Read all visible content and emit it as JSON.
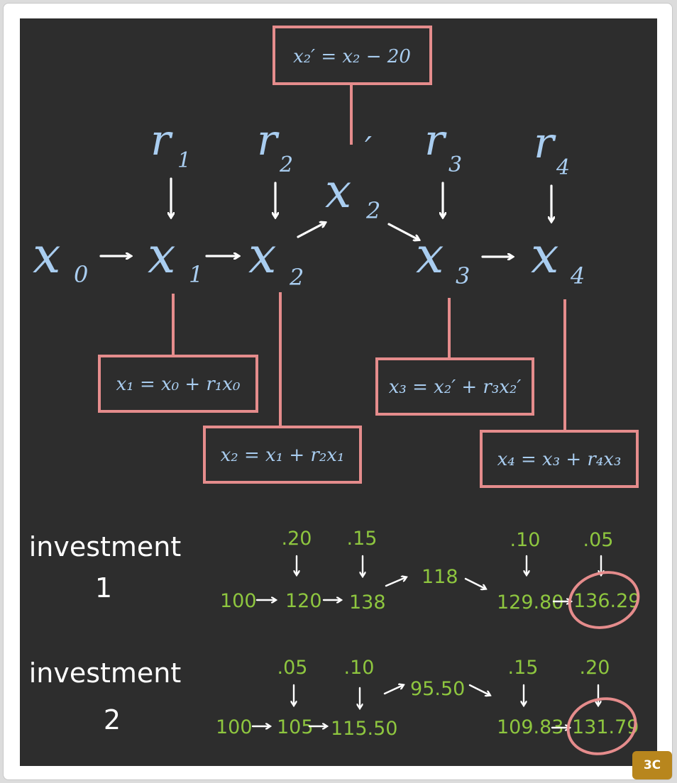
{
  "diagram": {
    "top_formula": "x₂′ = x₂ − 20",
    "rates": [
      "r",
      "r",
      "r",
      "r"
    ],
    "rate_subs": [
      "1",
      "2",
      "3",
      "4"
    ],
    "nodes": [
      "x",
      "x",
      "x",
      "x",
      "x"
    ],
    "node_subs": [
      "0",
      "1",
      "2",
      "3",
      "4"
    ],
    "adjusted_node": "x",
    "adjusted_sub": "2",
    "adjusted_prime": "′",
    "formulas": [
      "x₁ = x₀ + r₁x₀",
      "x₂ = x₁ + r₂x₁",
      "x₃ = x₂′ + r₃x₂′",
      "x₄ = x₃ + r₄x₃"
    ]
  },
  "investments": [
    {
      "label": "investment",
      "number": "1",
      "rates": [
        ".20",
        ".15",
        ".10",
        ".05"
      ],
      "values": [
        "100",
        "120",
        "138",
        "118",
        "129.80",
        "136.29"
      ]
    },
    {
      "label": "investment",
      "number": "2",
      "rates": [
        ".05",
        ".10",
        ".15",
        ".20"
      ],
      "values": [
        "100",
        "105",
        "115.50",
        "95.50",
        "109.83",
        "131.79"
      ]
    }
  ],
  "badge": "3C",
  "colors": {
    "board": "#2d2d2d",
    "symbols": "#a9cdf0",
    "numbers": "#8ec63f",
    "boxes": "#e58c8c",
    "text": "#ffffff"
  }
}
